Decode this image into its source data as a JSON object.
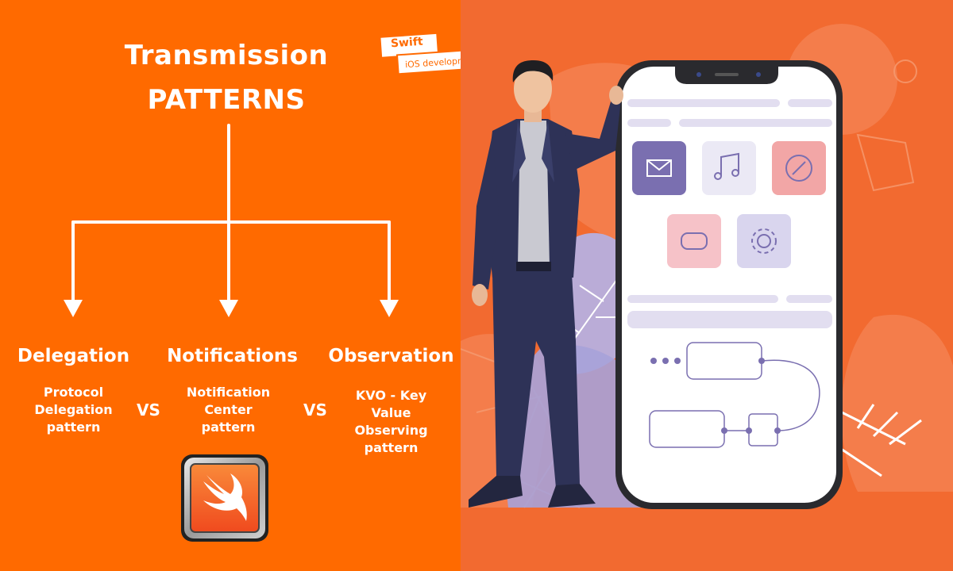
{
  "title": {
    "line1": "Transmission",
    "line2": "PATTERNS"
  },
  "badge": {
    "line1": "Swift",
    "line2": "iOS development"
  },
  "branches": [
    {
      "name": "Delegation",
      "desc": [
        "Protocol",
        "Delegation",
        "pattern"
      ]
    },
    {
      "name": "Notifications",
      "desc": [
        "Notification",
        "Center",
        "pattern"
      ]
    },
    {
      "name": "Observation",
      "desc": [
        "KVO - Key",
        "Value",
        "Observing",
        "pattern"
      ]
    }
  ],
  "vs_label": "VS",
  "icons": [
    "mail-icon",
    "music-icon",
    "compass-icon",
    "gamepad-icon",
    "gear-icon"
  ],
  "colors": {
    "left_bg": "#ff6a00",
    "right_bg": "#f26a30",
    "accent_purple": "#7a6fb0",
    "suit": "#2e3257"
  }
}
